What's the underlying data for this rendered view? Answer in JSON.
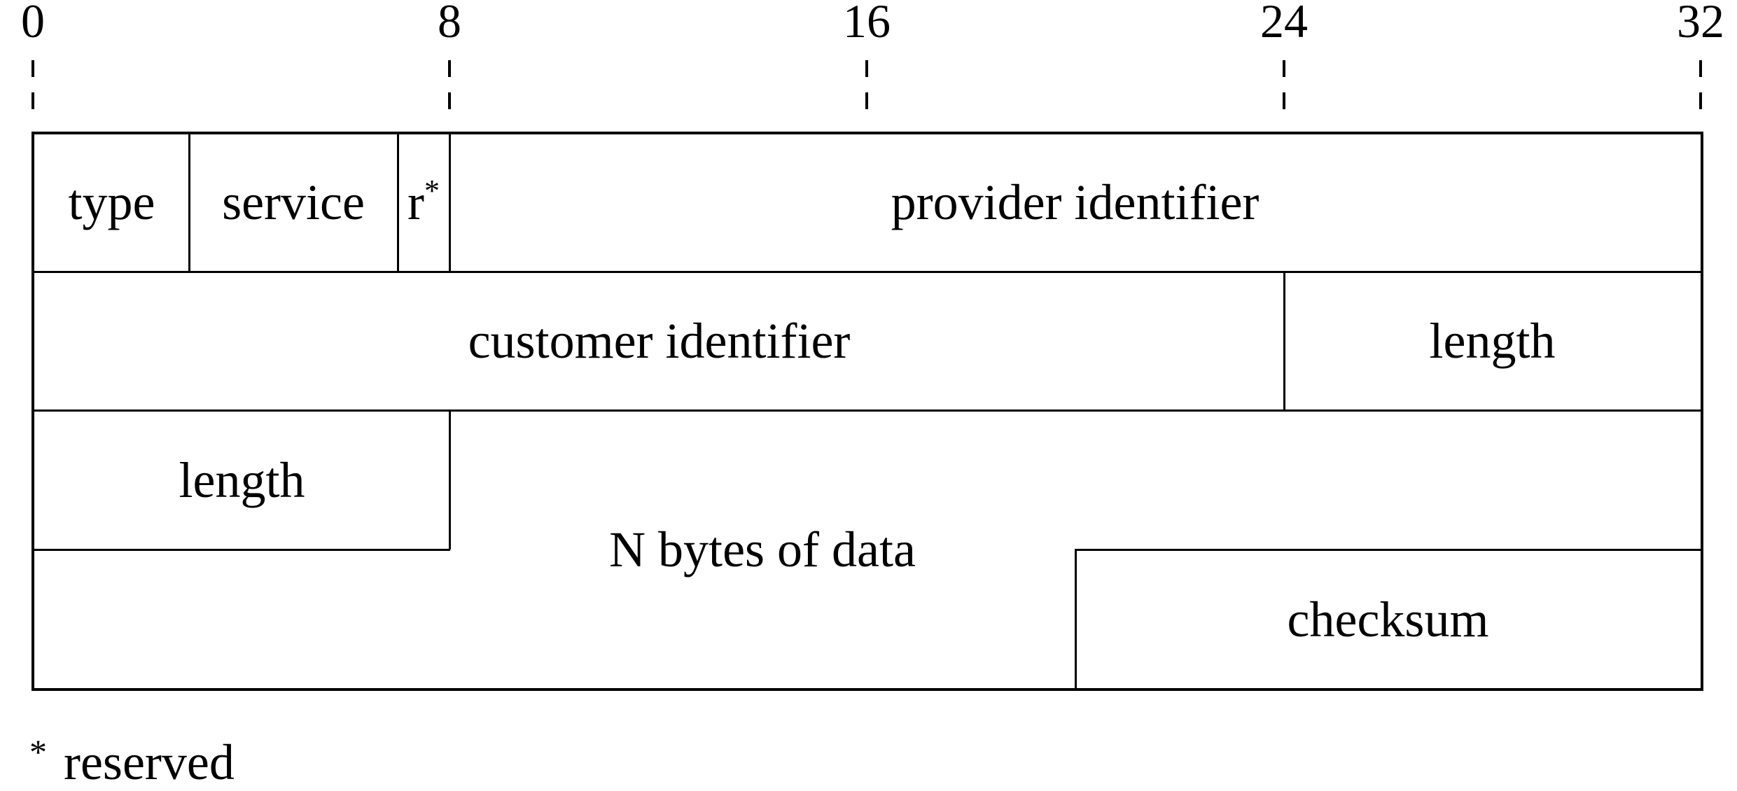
{
  "ruler": {
    "tick_labels": [
      "0",
      "8",
      "16",
      "24",
      "32"
    ]
  },
  "packet": {
    "row1": {
      "type": "type",
      "service": "service",
      "reserved": "r",
      "reserved_mark": "*",
      "provider": "provider identifier"
    },
    "row2": {
      "customer": "customer identifier",
      "length": "length"
    },
    "row3": {
      "length": "length"
    },
    "data_label": "N bytes of data",
    "row4": {
      "checksum": "checksum"
    }
  },
  "footnote": {
    "symbol": "*",
    "label": "reserved"
  },
  "colors": {
    "ink": "#000000",
    "paper": "#ffffff"
  }
}
